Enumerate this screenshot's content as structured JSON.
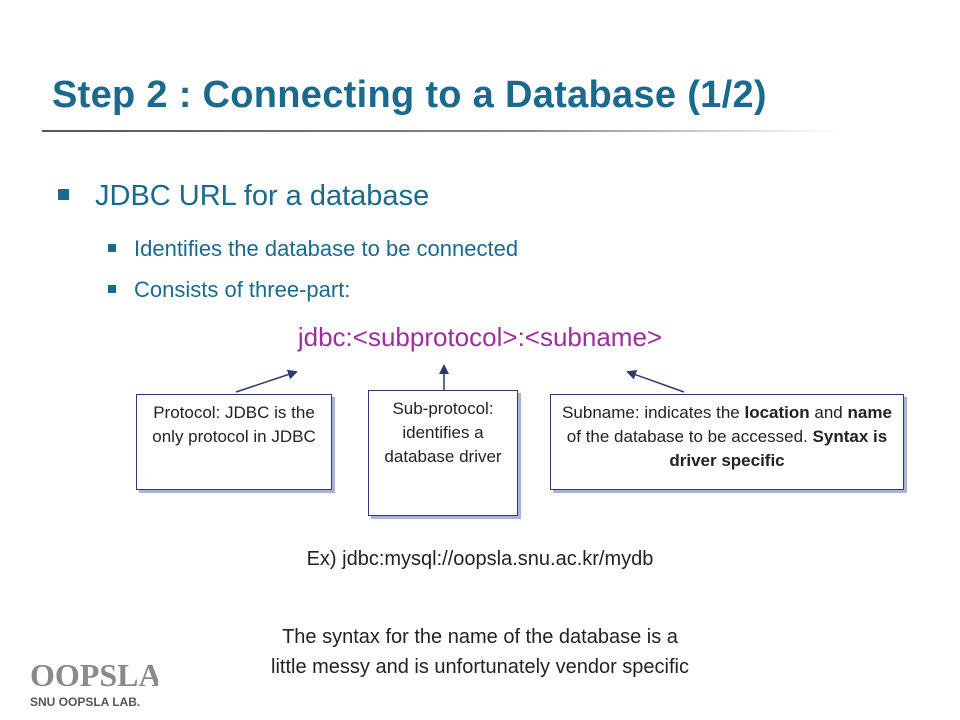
{
  "slide": {
    "title": "Step 2 : Connecting to a Database (1/2)",
    "bullet_main": "JDBC URL for a database",
    "sub_bullets": [
      "Identifies the database to be connected",
      "Consists of three-part:"
    ],
    "url_format": "jdbc:<subprotocol>:<subname>",
    "callouts": {
      "protocol": "Protocol: JDBC is the only protocol in JDBC",
      "subprotocol": "Sub-protocol: identifies a database driver",
      "subname_prefix": "Subname: indicates the ",
      "subname_location": "location",
      "subname_and": " and ",
      "subname_name": "name",
      "subname_mid": " of the database to be accessed. ",
      "subname_bold": "Syntax is driver specific"
    },
    "example": "Ex) jdbc:mysql://oopsla.snu.ac.kr/mydb",
    "note_line1": "The syntax for the name of the database is a",
    "note_line2": "little messy and is unfortunately vendor specific"
  },
  "logo": {
    "text": "OOPSLA",
    "subtitle": "SNU OOPSLA LAB."
  },
  "colors": {
    "title": "#1a6a8c",
    "url": "#9b2f9b",
    "callout_border": "#2d3a6a",
    "callout_shadow": "#a8b2d8"
  }
}
